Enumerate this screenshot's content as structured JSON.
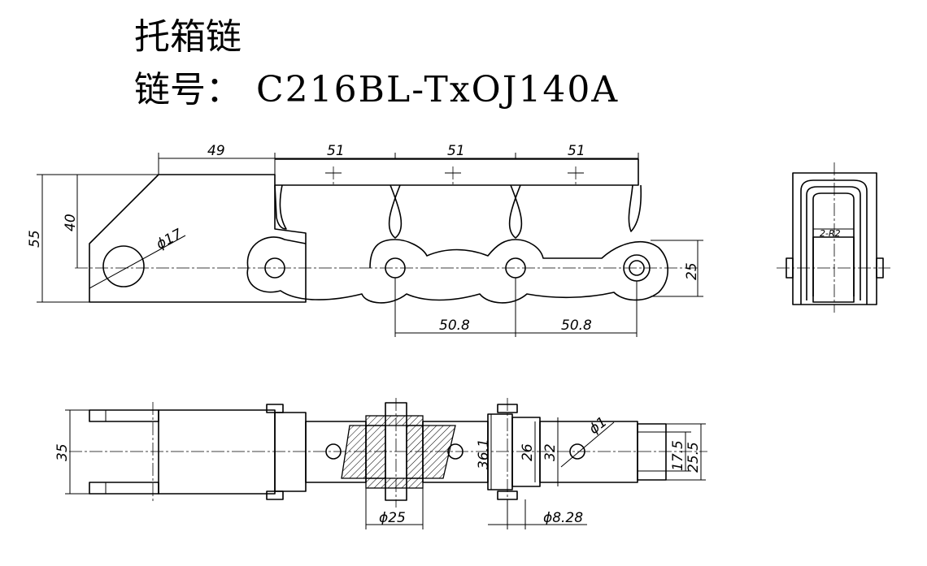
{
  "title": {
    "name": "托箱链",
    "code_prefix": "链号：",
    "code": "C216BL-TxOJ140A"
  },
  "dimensions": {
    "side_view": {
      "len_49": "49",
      "pitch_1": "51",
      "pitch_2": "51",
      "pitch_3": "51",
      "height_55": "55",
      "height_40": "40",
      "hole_dia": "ϕ17",
      "right_25": "25",
      "bottom_pitch_1": "50.8",
      "bottom_pitch_2": "50.8"
    },
    "end_view": {
      "radius": "2-R2"
    },
    "top_view": {
      "width_35": "35",
      "width_36_1": "36.1",
      "width_26": "26",
      "width_32": "32",
      "hole_dia_1": "ϕ1",
      "width_17_5": "17.5",
      "width_25_5": "25.5",
      "roller_dia": "ϕ25",
      "pin_dia": "ϕ8.28"
    }
  }
}
